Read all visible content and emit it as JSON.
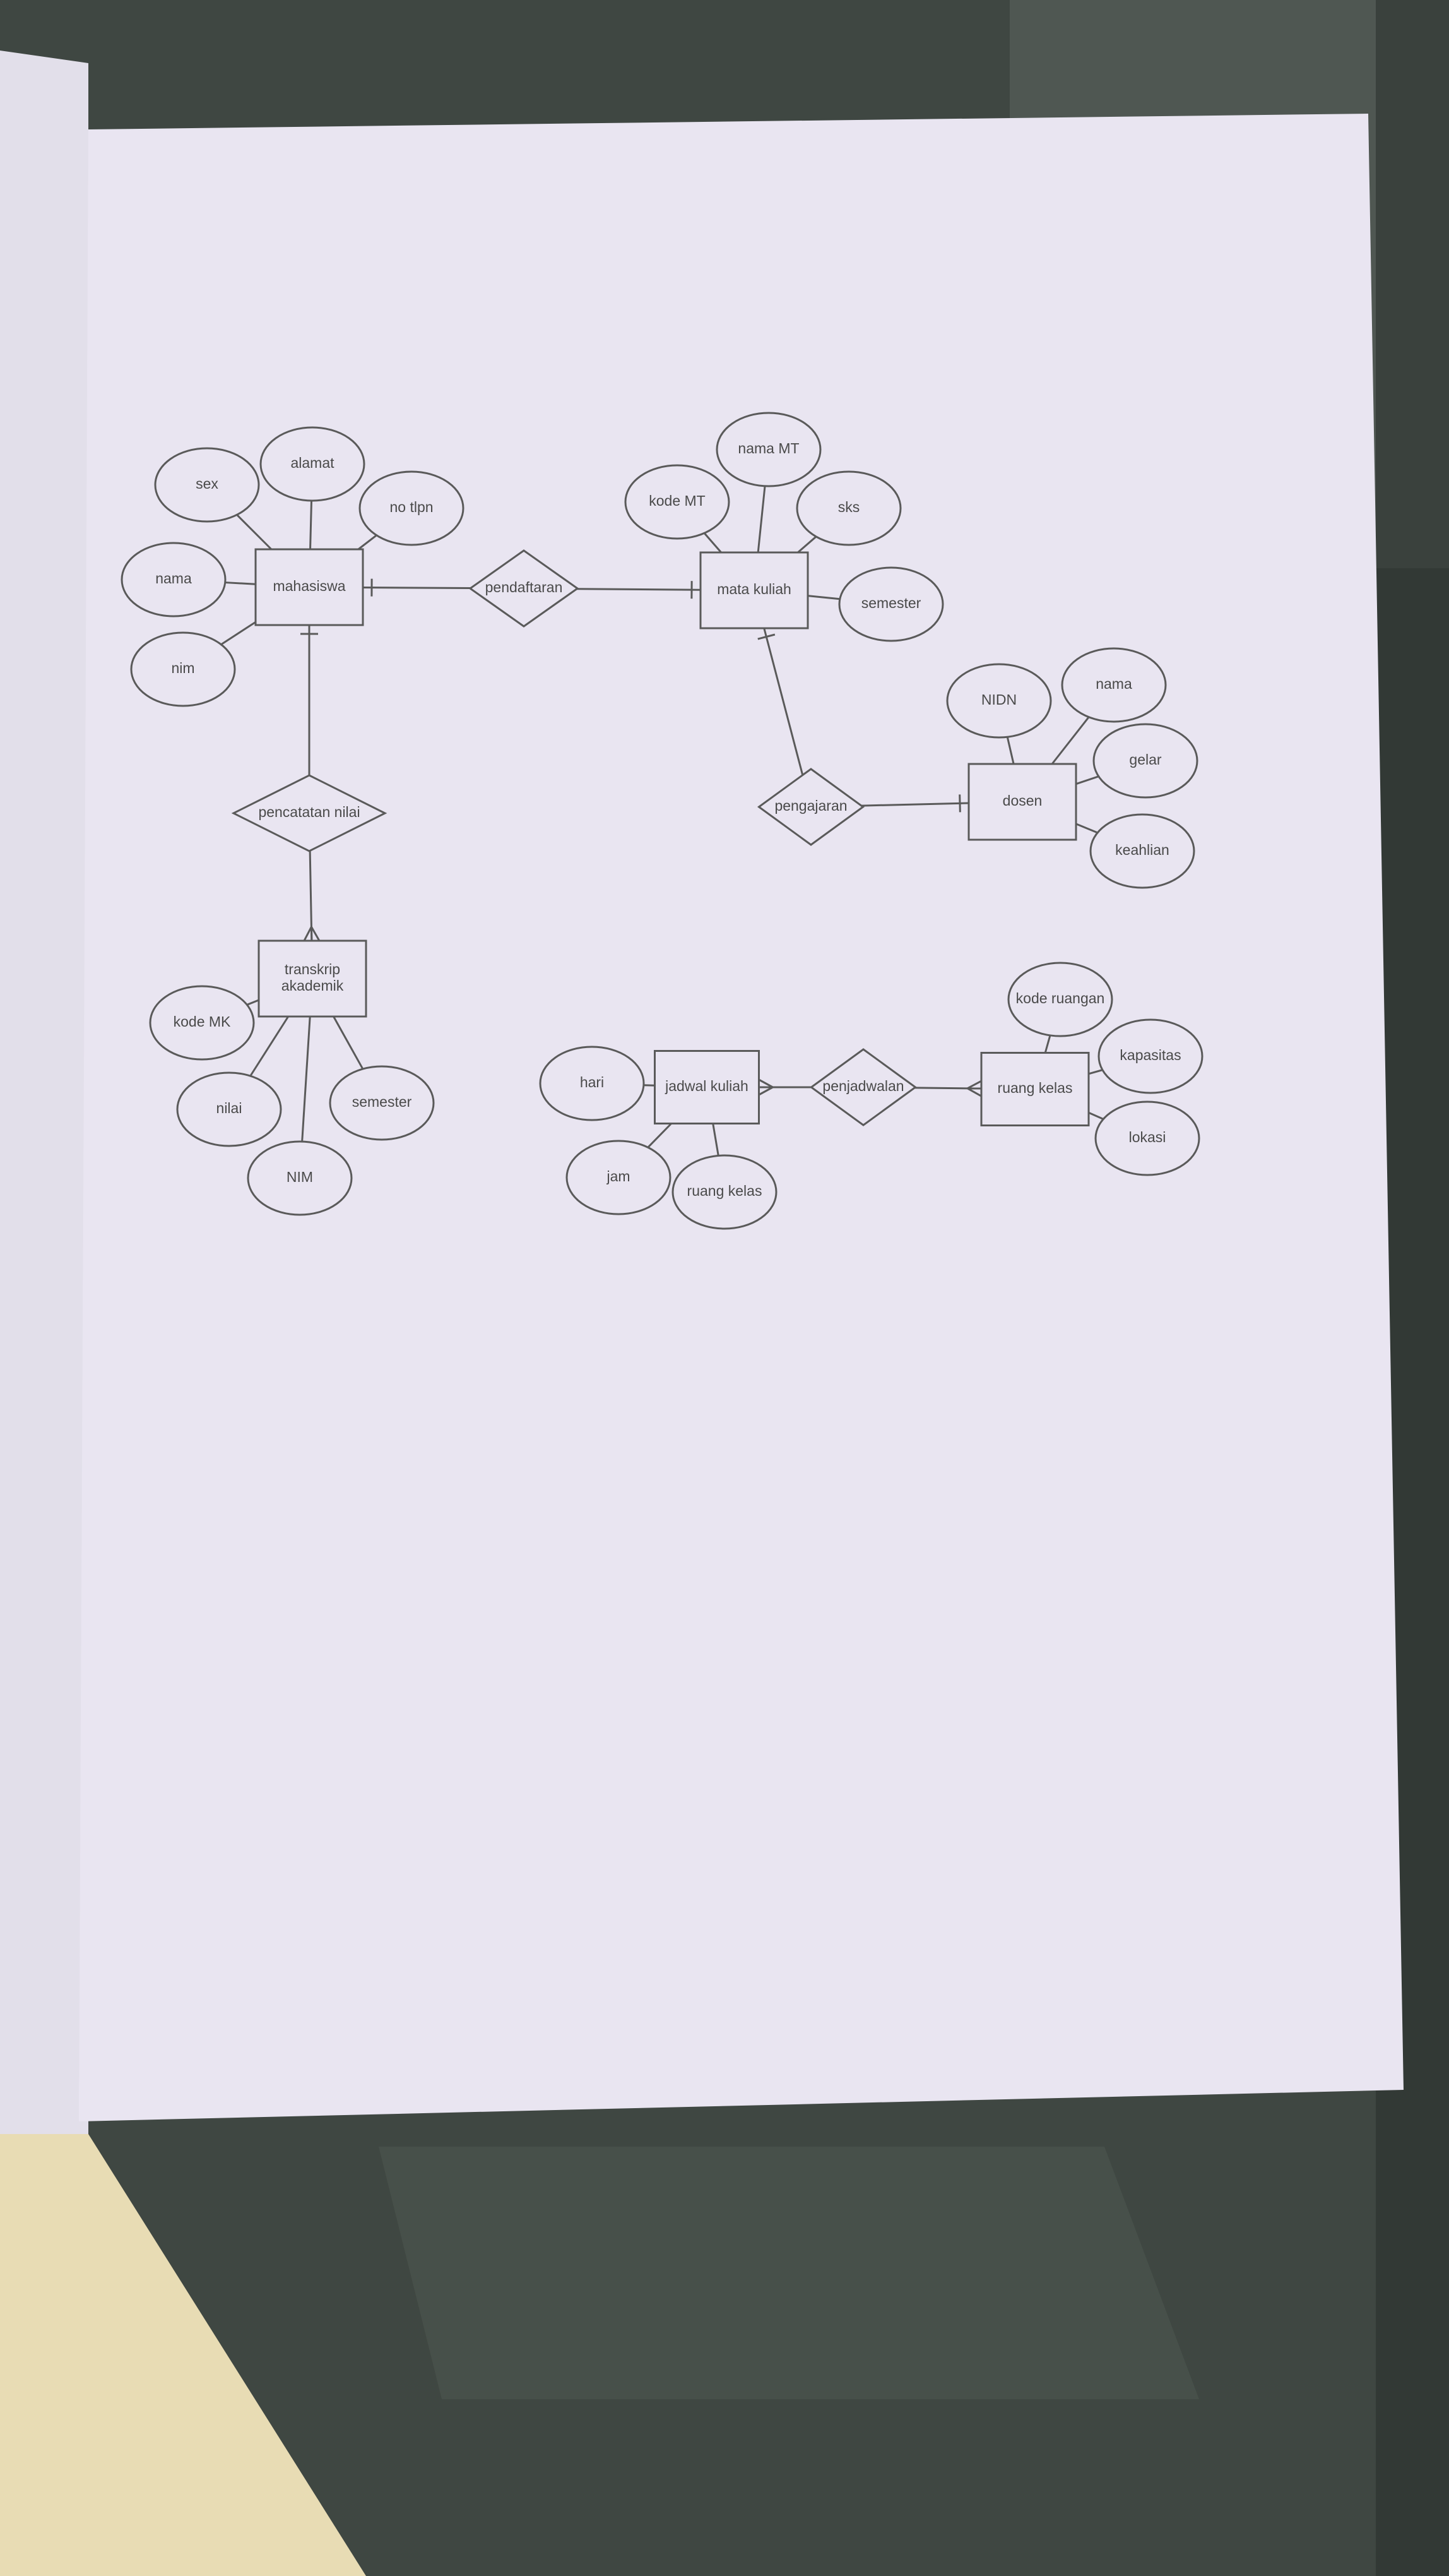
{
  "photo": {
    "desk_color": "#3d4540",
    "paper_color": "#e9e5f1",
    "book_page_color": "#e2dfea",
    "corner_object_color": "#e8dcb4"
  },
  "diagram": {
    "entities": [
      {
        "id": "mahasiswa",
        "label": "mahasiswa"
      },
      {
        "id": "mata_kuliah",
        "label": "mata kuliah"
      },
      {
        "id": "dosen",
        "label": "dosen"
      },
      {
        "id": "transkrip",
        "label": [
          "transkrip",
          "akademik"
        ]
      },
      {
        "id": "jadwal",
        "label": "jadwal kuliah"
      },
      {
        "id": "ruang",
        "label": "ruang kelas"
      }
    ],
    "relationships": [
      {
        "id": "pendaftaran",
        "label": "pendaftaran",
        "between": [
          "mahasiswa",
          "mata_kuliah"
        ]
      },
      {
        "id": "pencatatan",
        "label": "pencatatan nilai",
        "between": [
          "mahasiswa",
          "transkrip"
        ]
      },
      {
        "id": "pengajaran",
        "label": "pengajaran",
        "between": [
          "mata_kuliah",
          "dosen"
        ]
      },
      {
        "id": "penjadwalan",
        "label": "penjadwalan",
        "between": [
          "jadwal",
          "ruang"
        ]
      }
    ],
    "attributes": [
      {
        "id": "sex",
        "label": "sex",
        "of": "mahasiswa"
      },
      {
        "id": "alamat",
        "label": "alamat",
        "of": "mahasiswa"
      },
      {
        "id": "no_tlpn",
        "label": "no tlpn",
        "of": "mahasiswa"
      },
      {
        "id": "nama_mhs",
        "label": "nama",
        "of": "mahasiswa"
      },
      {
        "id": "nim_mhs",
        "label": "nim",
        "of": "mahasiswa"
      },
      {
        "id": "nama_mt",
        "label": "nama MT",
        "of": "mata_kuliah"
      },
      {
        "id": "kode_mt",
        "label": "kode MT",
        "of": "mata_kuliah"
      },
      {
        "id": "sks",
        "label": "sks",
        "of": "mata_kuliah"
      },
      {
        "id": "semester_mk",
        "label": "semester",
        "of": "mata_kuliah"
      },
      {
        "id": "nidn",
        "label": "NIDN",
        "of": "dosen"
      },
      {
        "id": "nama_dosen",
        "label": "nama",
        "of": "dosen"
      },
      {
        "id": "gelar",
        "label": "gelar",
        "of": "dosen"
      },
      {
        "id": "keahlian",
        "label": "keahlian",
        "of": "dosen"
      },
      {
        "id": "kode_mk",
        "label": "kode MK",
        "of": "transkrip"
      },
      {
        "id": "nilai",
        "label": "nilai",
        "of": "transkrip"
      },
      {
        "id": "nim_tr",
        "label": "NIM",
        "of": "transkrip"
      },
      {
        "id": "semester_tr",
        "label": "semester",
        "of": "transkrip"
      },
      {
        "id": "hari",
        "label": "hari",
        "of": "jadwal"
      },
      {
        "id": "jam",
        "label": "jam",
        "of": "jadwal"
      },
      {
        "id": "ruang_kelas_attr",
        "label": "ruang kelas",
        "of": "jadwal"
      },
      {
        "id": "kode_ruangan",
        "label": "kode ruangan",
        "of": "ruang"
      },
      {
        "id": "kapasitas",
        "label": "kapasitas",
        "of": "ruang"
      },
      {
        "id": "lokasi",
        "label": "lokasi",
        "of": "ruang"
      }
    ]
  }
}
